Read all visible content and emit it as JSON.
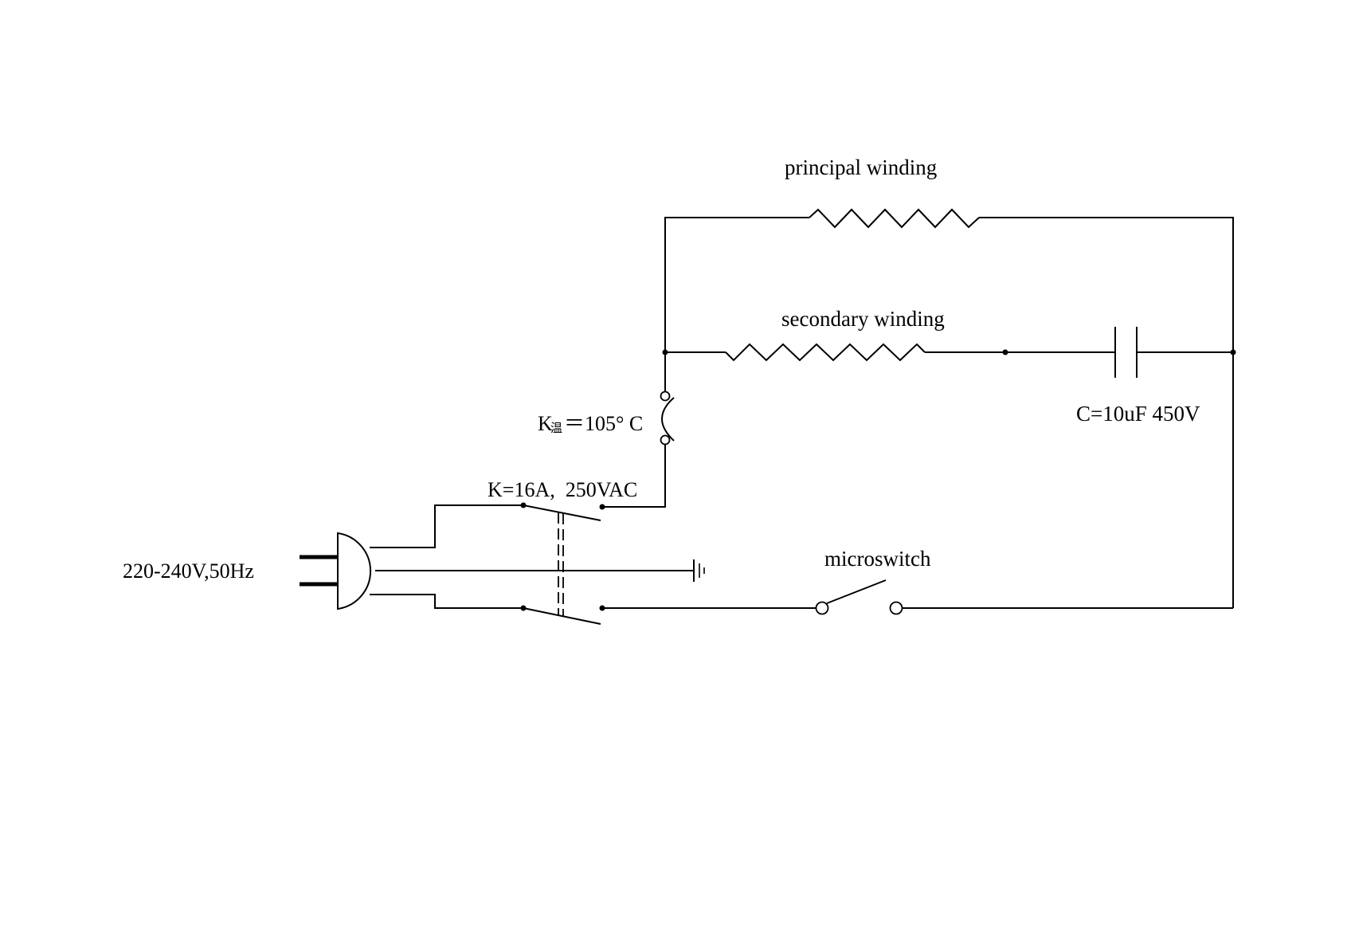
{
  "diagram": {
    "type": "electrical schematic",
    "title": "",
    "labels": {
      "principal_winding": "principal winding",
      "secondary_winding": "secondary winding",
      "capacitor": "C=10uF 450V",
      "thermal_switch_prefix": "K",
      "thermal_switch_subscript": "温",
      "thermal_switch_value": "＝105° C",
      "main_switch": "K=16A,  250VAC",
      "power_supply": "220-240V,50Hz",
      "microswitch": "microswitch"
    },
    "components": [
      {
        "id": "plug",
        "kind": "power plug",
        "label_ref": "power_supply"
      },
      {
        "id": "main-switch",
        "kind": "double-pole switch (ganged)",
        "label_ref": "main_switch"
      },
      {
        "id": "ground",
        "kind": "earth/ground"
      },
      {
        "id": "thermal-switch",
        "kind": "thermal cutout",
        "label_ref": "thermal_switch_value"
      },
      {
        "id": "principal-winding",
        "kind": "winding/resistor",
        "label_ref": "principal_winding"
      },
      {
        "id": "secondary-winding",
        "kind": "winding/resistor",
        "label_ref": "secondary_winding"
      },
      {
        "id": "capacitor",
        "kind": "capacitor",
        "label_ref": "capacitor"
      },
      {
        "id": "microswitch",
        "kind": "normally-open switch",
        "label_ref": "microswitch"
      }
    ],
    "connections": [
      [
        "plug",
        "main-switch"
      ],
      [
        "plug",
        "ground"
      ],
      [
        "main-switch",
        "thermal-switch"
      ],
      [
        "thermal-switch",
        "principal-winding"
      ],
      [
        "thermal-switch",
        "secondary-winding"
      ],
      [
        "secondary-winding",
        "capacitor"
      ],
      [
        "principal-winding",
        "microswitch"
      ],
      [
        "capacitor",
        "microswitch"
      ],
      [
        "microswitch",
        "main-switch"
      ]
    ]
  }
}
